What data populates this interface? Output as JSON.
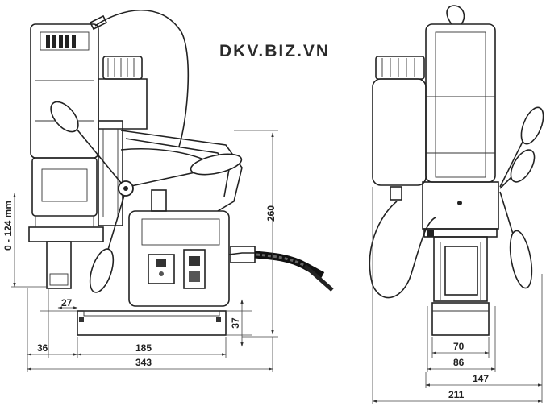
{
  "brand": "DKV.BIZ.VN",
  "front_view": {
    "height_label": "260",
    "stroke_label": "0 - 124 mm",
    "offset_label": "27",
    "base_height_label": "37",
    "left_offset_label": "36",
    "base_length_label": "185",
    "total_length_label": "343"
  },
  "side_view": {
    "spindle_width_label": "70",
    "base_width_label": "86",
    "body_width_label": "147",
    "total_width_label": "211"
  }
}
